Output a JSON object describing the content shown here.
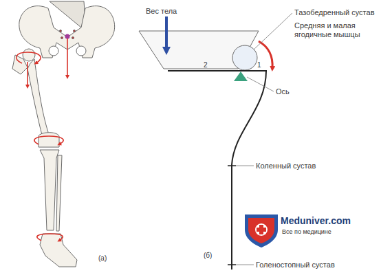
{
  "diagram": {
    "labels": [
      "(а)",
      "Вес тела",
      "Тазобедренный сустав",
      "Средняя и малая ягодичные мышцы",
      "2",
      "1",
      "Ось",
      "Коленный сустав",
      "(б)",
      "Голеностопный сустав",
      "Meduniver.com",
      "Все по медицине"
    ]
  }
}
